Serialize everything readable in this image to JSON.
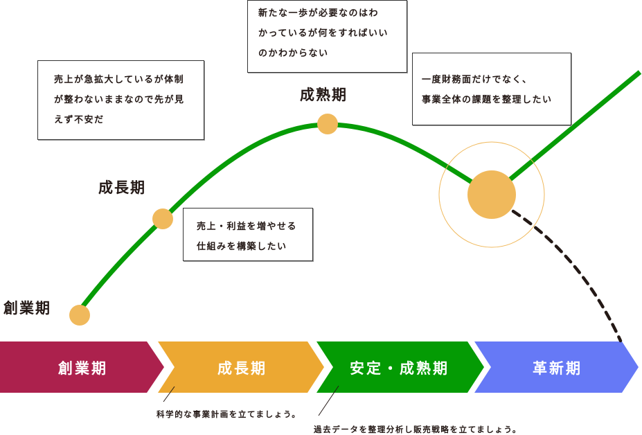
{
  "curve_labels": {
    "founding": "創業期",
    "growth": "成長期",
    "maturity": "成熟期"
  },
  "speech_boxes": {
    "growth_concern": [
      "売上が急拡大しているが体制",
      "が整わないままなので先が見",
      "えず不安だ"
    ],
    "growth_goal": [
      "売上・利益を増やせる",
      "仕組みを構築したい"
    ],
    "maturity_concern": [
      "新たな一歩が必要なのはわ",
      "かっているが何をすればいい",
      "のかわからない"
    ],
    "renewal_goal": [
      "一度財務面だけでなく、",
      "事業全体の課題を整理したい"
    ]
  },
  "phases": [
    {
      "label": "創業期",
      "color": "#ac214d"
    },
    {
      "label": "成長期",
      "color": "#eca832"
    },
    {
      "label": "安定・成熟期",
      "color": "#049b04"
    },
    {
      "label": "革新期",
      "color": "#6679f6"
    }
  ],
  "notes": {
    "growth_note": "科学的な事業計画を立てましょう。",
    "maturity_note": "過去データを整理分析し販売戦略を立てましょう。"
  },
  "colors": {
    "curve": "#069c06",
    "milestone": "#f0b95c",
    "decline_dash": "#231815"
  }
}
